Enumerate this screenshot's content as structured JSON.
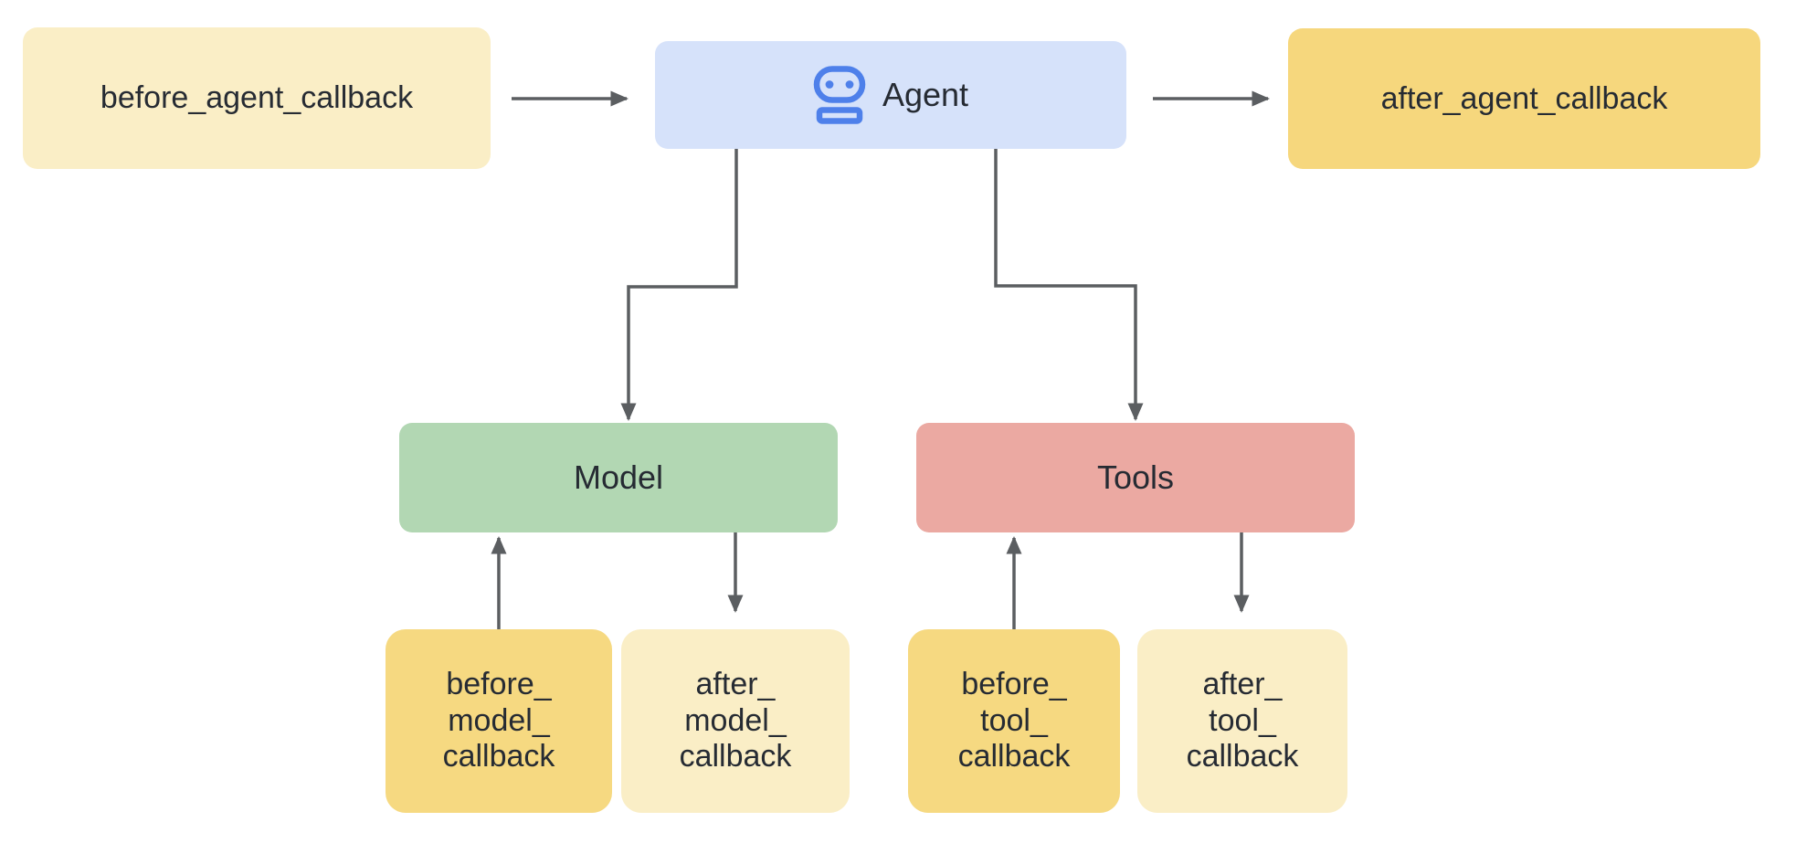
{
  "diagram": {
    "background": "#ffffff",
    "text_color": "#262b33"
  },
  "styles": {
    "arrow_color": "#5b5e61",
    "agent_icon_color": "#4e80ea",
    "cream": "#faeec6",
    "yellow_dark": "#f6d77d",
    "yellow_mid": "#f6d981",
    "blue": "#d6e2fa",
    "green": "#b2d7b3",
    "salmon": "#eba9a2"
  },
  "nodes": {
    "before_agent": {
      "label": "before_agent_callback",
      "color": "#faeec6"
    },
    "agent": {
      "label": "Agent",
      "color": "#d6e2fa",
      "icon": "robot-icon"
    },
    "after_agent": {
      "label": "after_agent_callback",
      "color": "#f6d77d"
    },
    "model": {
      "label": "Model",
      "color": "#b2d7b3"
    },
    "tools": {
      "label": "Tools",
      "color": "#eba9a2"
    },
    "before_model": {
      "label": "before_\nmodel_\ncallback",
      "color": "#f6d981"
    },
    "after_model": {
      "label": "after_\nmodel_\ncallback",
      "color": "#faeec6"
    },
    "before_tool": {
      "label": "before_\ntool_\ncallback",
      "color": "#f6d981"
    },
    "after_tool": {
      "label": "after_\ntool_\ncallback",
      "color": "#faeec6"
    }
  },
  "edges": [
    {
      "from": "before_agent_callback",
      "to": "Agent"
    },
    {
      "from": "Agent",
      "to": "after_agent_callback"
    },
    {
      "from": "Agent",
      "to": "Model"
    },
    {
      "from": "Agent",
      "to": "Tools"
    },
    {
      "from": "before_model_callback",
      "to": "Model"
    },
    {
      "from": "Model",
      "to": "after_model_callback"
    },
    {
      "from": "before_tool_callback",
      "to": "Tools"
    },
    {
      "from": "Tools",
      "to": "after_tool_callback"
    }
  ]
}
